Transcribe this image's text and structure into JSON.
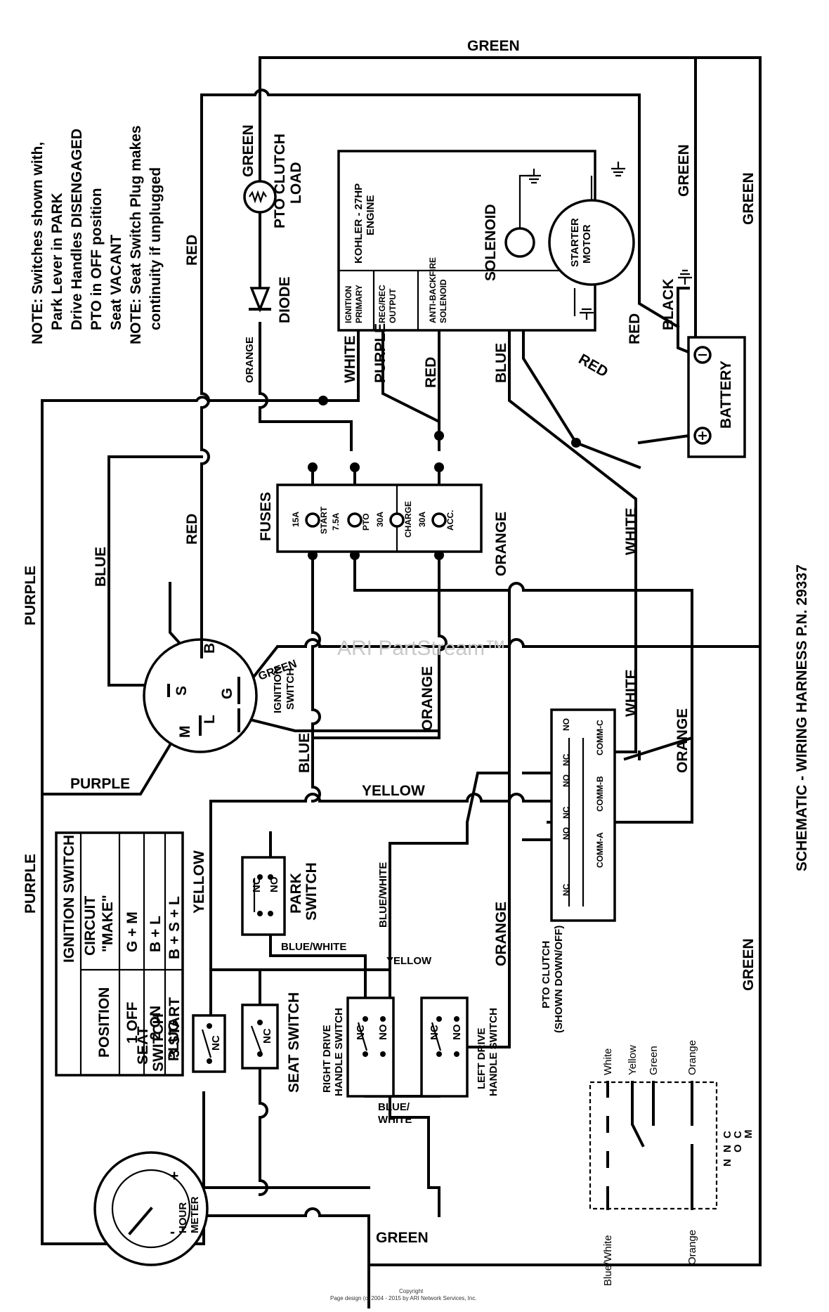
{
  "title": "SCHEMATIC - WIRING HARNESS P.N. 29337",
  "watermark": "ARI PartStream™",
  "copyright": {
    "line1": "Copyright",
    "line2": "Page design (c) 2004 - 2015 by ARI Network Services, Inc."
  },
  "note": {
    "line1": "NOTE: Switches shown with,",
    "line2": "Park Lever in PARK",
    "line3": "Drive Handles DISENGAGED",
    "line4": "PTO in OFF position",
    "line5": "Seat VACANT",
    "line6": "NOTE: Seat Switch Plug makes",
    "line7": "continuity if unplugged"
  },
  "wires": {
    "green": "GREEN",
    "red": "RED",
    "purple": "PURPLE",
    "blue": "BLUE",
    "orange": "ORANGE",
    "white": "WHITE",
    "yellow": "YELLOW",
    "black": "BLACK",
    "blue_white": "BLUE/WHITE",
    "blue_slash": "BLUE/",
    "white_only": "WHITE",
    "orange_small": "ORANGE"
  },
  "components": {
    "pto_clutch_load_1": "PTO CLUTCH",
    "pto_clutch_load_2": "LOAD",
    "diode": "DIODE",
    "engine_1": "KOHLER - 27HP",
    "engine_2": "ENGINE",
    "ignition_primary_1": "IGNITION",
    "ignition_primary_2": "PRIMARY",
    "regrec_1": "REG/REC",
    "regrec_2": "OUTPUT",
    "antibackfire_1": "ANTI-BACKFIRE",
    "antibackfire_2": "SOLENOID",
    "solenoid": "SOLENOID",
    "starter_1": "STARTER",
    "starter_2": "MOTOR",
    "battery": "BATTERY",
    "fuses": "FUSES",
    "ignition_switch_1": "IGNITION",
    "ignition_switch_2": "SWITCH",
    "park_switch_1": "PARK",
    "park_switch_2": "SWITCH",
    "seat_switch": "SEAT SWITCH",
    "seat_plug_1": "SEAT",
    "seat_plug_2": "SWITCH",
    "seat_plug_3": "PLUG",
    "right_drive_1": "RIGHT DRIVE",
    "right_drive_2": "HANDLE SWITCH",
    "left_drive_1": "LEFT DRIVE",
    "left_drive_2": "HANDLE SWITCH",
    "pto_clutch_1": "PTO CLUTCH",
    "pto_clutch_2": "(SHOWN DOWN/OFF)",
    "hour_meter_1": "HOUR",
    "hour_meter_2": "METER"
  },
  "fuses": [
    {
      "amp": "15A",
      "name": "START"
    },
    {
      "amp": "7.5A",
      "name": "PTO"
    },
    {
      "amp": "30A",
      "name": "CHARGE"
    },
    {
      "amp": "30A",
      "name": "ACC."
    }
  ],
  "terminals": {
    "b": "B",
    "g": "G",
    "s": "S",
    "m": "M",
    "l": "L",
    "nc": "NC",
    "no": "NO",
    "comm_a": "COMM-A",
    "comm_b": "COMM-B",
    "comm_c": "COMM-C",
    "plus": "+",
    "minus": "-",
    "n": "N",
    "c": "C",
    "o": "O",
    "mm": "M"
  },
  "ignition_table": {
    "header": [
      "IGNITION SWITCH"
    ],
    "col1": "POSITION",
    "col2_1": "CIRCUIT",
    "col2_2": "\"MAKE\"",
    "rows": [
      {
        "pos": "1 OFF",
        "make": "G + M"
      },
      {
        "pos": "2 ON",
        "make": "B + L"
      },
      {
        "pos": "3 START",
        "make": "B + S + L"
      }
    ]
  },
  "pto_detail": {
    "white": "White",
    "yellow": "Yellow",
    "green": "Green",
    "orange_top": "Orange",
    "blue_white": "Blue/White",
    "orange_bottom": "Orange"
  }
}
